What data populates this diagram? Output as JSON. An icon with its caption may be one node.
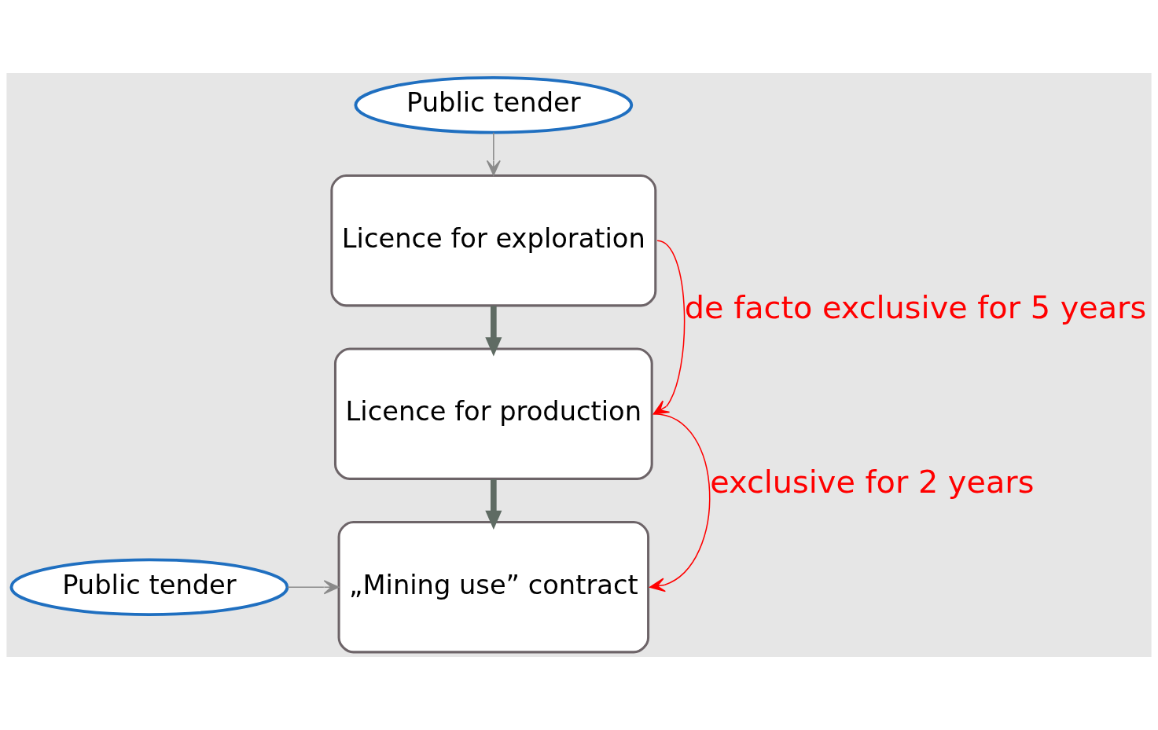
{
  "diagram": {
    "nodes": [
      {
        "text": [
          "Public tender"
        ]
      },
      {
        "text": [
          "Licence for exploration"
        ]
      },
      {
        "text": [
          "Licence for production"
        ]
      },
      {
        "text": [
          "Public tender"
        ]
      },
      {
        "text": [
          "„Mining use” contract"
        ]
      }
    ],
    "edges": [
      {
        "from": 0,
        "to": 1,
        "arrow": "to"
      },
      {
        "from": 1,
        "to": 2,
        "arrow": "to",
        "style": "thick",
        "color": "#5f6b63"
      },
      {
        "from": 1,
        "to": 2,
        "arrow": "to",
        "label": "de facto exclusive for 5 years",
        "color": "#ff0000"
      },
      {
        "from": 2,
        "to": 4,
        "arrow": "to",
        "style": "thick",
        "color": "#5f6b63"
      },
      {
        "from": 2,
        "to": 4,
        "arrow": "to",
        "label": "exclusive for 2 years",
        "color": "#ff0000"
      },
      {
        "from": 3,
        "to": 4,
        "arrow": "to"
      }
    ]
  }
}
